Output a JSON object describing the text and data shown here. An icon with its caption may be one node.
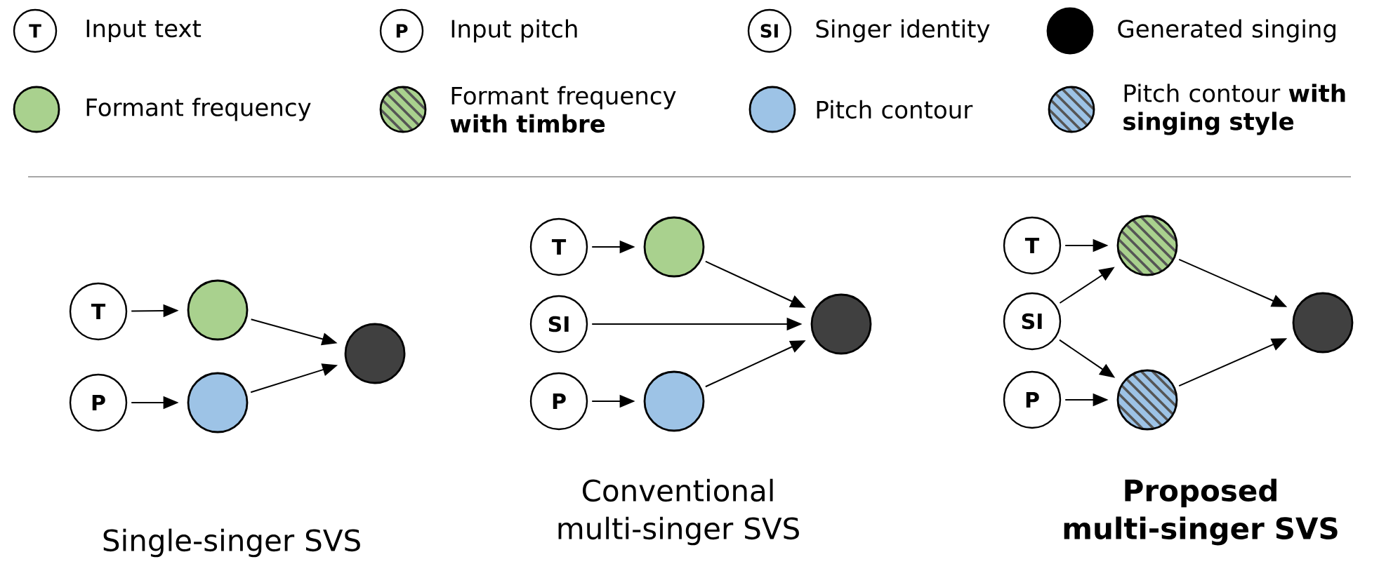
{
  "diagram": {
    "nodes": [
      {
        "text": [
          "T"
        ]
      },
      {
        "text": [
          "P"
        ]
      },
      {
        "text": [],
        "shape": "circle"
      },
      {
        "text": [],
        "shape": "circle"
      },
      {
        "text": [],
        "shape": "circle"
      },
      {
        "text": [
          "T"
        ]
      },
      {
        "text": [
          "SI"
        ]
      },
      {
        "text": [
          "P"
        ]
      },
      {
        "text": [],
        "shape": "circle"
      },
      {
        "text": [],
        "shape": "circle"
      },
      {
        "text": [],
        "shape": "circle"
      },
      {
        "text": [
          "T"
        ]
      },
      {
        "text": [
          "SI"
        ]
      },
      {
        "text": [
          "P"
        ]
      },
      {
        "text": [],
        "shape": "circle"
      },
      {
        "text": [],
        "shape": "circle"
      },
      {
        "text": [],
        "shape": "circle"
      }
    ],
    "edges": [
      {
        "from": 0,
        "to": 2,
        "arrow": "to"
      },
      {
        "from": 1,
        "to": 3,
        "arrow": "to"
      },
      {
        "from": 2,
        "to": 4,
        "arrow": "to"
      },
      {
        "from": 3,
        "to": 4,
        "arrow": "to"
      },
      {
        "from": 5,
        "to": 8,
        "arrow": "to"
      },
      {
        "from": 8,
        "to": 10,
        "arrow": "to"
      },
      {
        "from": 6,
        "to": 10,
        "arrow": "to"
      },
      {
        "from": 7,
        "to": 9,
        "arrow": "to"
      },
      {
        "from": 9,
        "to": 10,
        "arrow": "to"
      },
      {
        "from": 11,
        "to": 14,
        "arrow": "to"
      },
      {
        "from": 12,
        "to": 14,
        "arrow": "to"
      },
      {
        "from": 12,
        "to": 15,
        "arrow": "to"
      },
      {
        "from": 13,
        "to": 15,
        "arrow": "to"
      },
      {
        "from": 14,
        "to": 16,
        "arrow": "to"
      },
      {
        "from": 15,
        "to": 16,
        "arrow": "to"
      }
    ],
    "labels": [
      "T",
      "P",
      "SI",
      "Single-singer SVS",
      "Conventional multi-singer SVS",
      "Proposed multi-singer SVS"
    ],
    "legend": [
      {
        "text": "Input text"
      },
      {
        "text": "Input pitch"
      },
      {
        "text": "Singer identity"
      },
      {
        "text": "Generated singing",
        "color": "#000000"
      },
      {
        "text": "Formant frequency",
        "color": "#a9d18e"
      },
      {
        "text": "Formant frequency **with timbre**"
      },
      {
        "text": "Pitch contour",
        "color": "#9dc3e6"
      },
      {
        "text": "Pitch contour **with singing style**"
      }
    ]
  }
}
